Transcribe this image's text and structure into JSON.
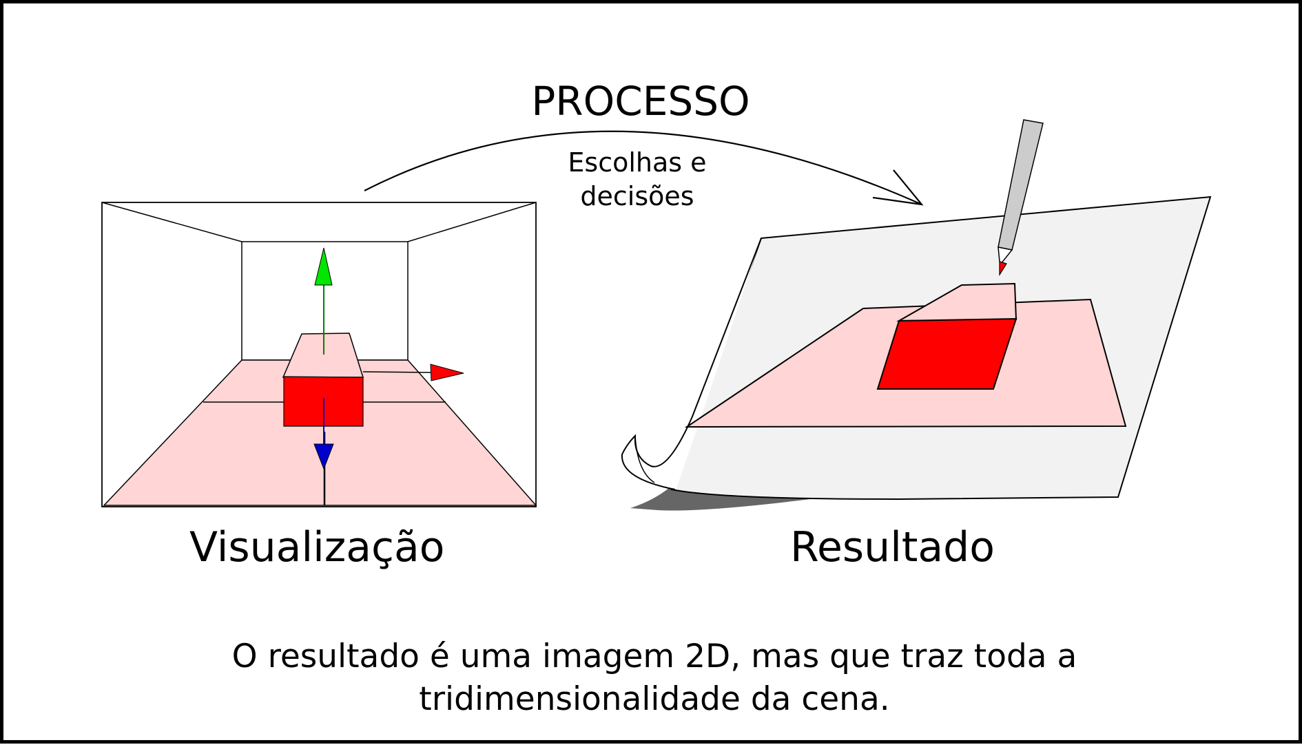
{
  "process": {
    "title": "PROCESSO",
    "subtitle_line1": "Escolhas e",
    "subtitle_line2": "decisões"
  },
  "panels": {
    "visualization_label": "Visualização",
    "result_label": "Resultado"
  },
  "caption": {
    "line1": "O resultado é uma imagem 2D, mas que traz toda a",
    "line2": "tridimensionalidade da cena."
  },
  "colors": {
    "floor": "#ffd5d5",
    "box_front": "#ff0000",
    "box_top": "#ffd5d5",
    "axis_green": "#00cc00",
    "axis_red": "#ff0000",
    "axis_blue": "#0000cc",
    "paper": "#f2f2f2",
    "pencil": "#cccccc",
    "shadow": "#666666"
  }
}
